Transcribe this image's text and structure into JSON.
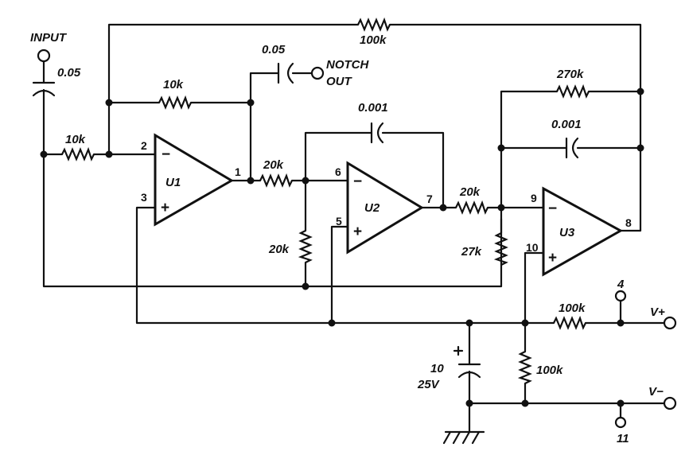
{
  "labels": {
    "input": "INPUT",
    "input_cap": "0.05",
    "notch_cap": "0.05",
    "notch_out_1": "NOTCH",
    "notch_out_2": "OUT",
    "r_top": "100k",
    "r_fb1": "10k",
    "r_in": "10k",
    "r_u1u2": "20k",
    "r_u2_plus": "20k",
    "c_u2_fb": "0.001",
    "r_u2u3": "20k",
    "r_u3_27k": "27k",
    "r_u3_fb": "270k",
    "c_u3_fb": "0.001",
    "r_vplus": "100k",
    "r_bias": "100k",
    "c_bypass_1": "10",
    "c_bypass_2": "25V",
    "vplus": "V+",
    "vminus": "V−",
    "pin4": "4",
    "pin11": "11"
  },
  "opamps": {
    "u1": {
      "name": "U1",
      "pin_minus": "2",
      "pin_plus": "3",
      "pin_out": "1"
    },
    "u2": {
      "name": "U2",
      "pin_minus": "6",
      "pin_plus": "5",
      "pin_out": "7"
    },
    "u3": {
      "name": "U3",
      "pin_minus": "9",
      "pin_plus": "10",
      "pin_out": "8"
    }
  },
  "signs": {
    "minus": "−",
    "plus": "+"
  }
}
